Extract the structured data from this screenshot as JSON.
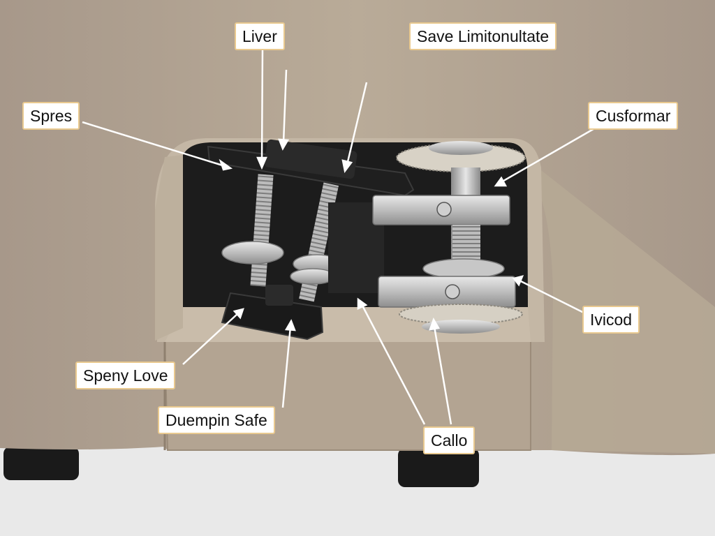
{
  "labels": {
    "liver": "Liver",
    "save_limitonultate": "Save Limitonultate",
    "spres": "Spres",
    "cusformar": "Cusformar",
    "ivicod": "Ivicod",
    "speny_love": "Speny Love",
    "duempin_safe": "Duempin Safe",
    "callo": "Callo"
  },
  "colors": {
    "housing": "#b7a895",
    "housing_dark": "#a89884",
    "cavity": "#1c1c1c",
    "metal": "#c9c9c9",
    "plastic": "#1a1a1a",
    "label_border": "#e9c98f",
    "leader": "#ffffff"
  }
}
